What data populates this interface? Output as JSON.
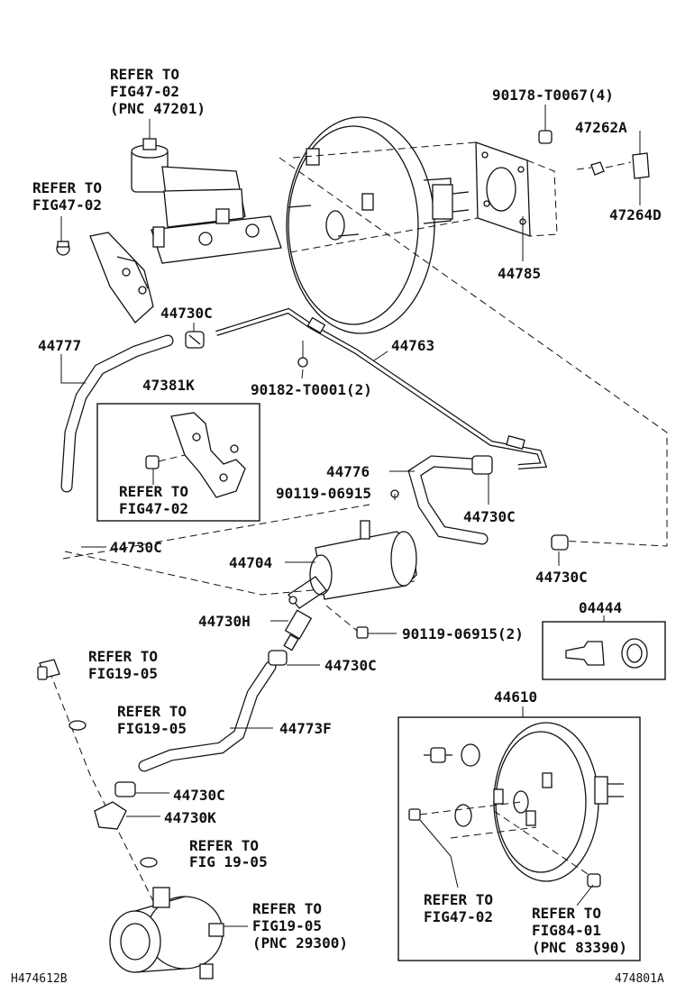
{
  "callouts": {
    "refer_mc_1": "REFER TO",
    "refer_mc_2": "FIG47-02",
    "refer_mc_3": "(PNC 47201)",
    "refer_tl_1": "REFER TO",
    "refer_tl_2": "FIG47-02",
    "p_90178": "90178-T0067(4)",
    "p_47262A": "47262A",
    "p_47264D": "47264D",
    "p_44785": "44785",
    "p_44730C_a": "44730C",
    "p_44777": "44777",
    "p_44763": "44763",
    "p_47381K": "47381K",
    "p_90182": "90182-T0001(2)",
    "refer_box_1": "REFER TO",
    "refer_box_2": "FIG47-02",
    "p_44776": "44776",
    "p_90119_a": "90119-06915",
    "p_44730C_b": "44730C",
    "p_44730C_c": "44730C",
    "p_44704": "44704",
    "p_44730C_d": "44730C",
    "p_04444": "04444",
    "p_44730H": "44730H",
    "p_90119_b": "90119-06915(2)",
    "refer_1905_a_1": "REFER TO",
    "refer_1905_a_2": "FIG19-05",
    "p_44730C_e": "44730C",
    "p_44610": "44610",
    "refer_1905_b_1": "REFER TO",
    "refer_1905_b_2": "FIG19-05",
    "p_44773F": "44773F",
    "p_44730C_f": "44730C",
    "p_44730K": "44730K",
    "refer_1905_c_1": "REFER TO",
    "refer_1905_c_2": "FIG 19-05",
    "refer_pump_1": "REFER TO",
    "refer_pump_2": "FIG19-05",
    "refer_pump_3": "(PNC 29300)",
    "refer_4702_1": "REFER TO",
    "refer_4702_2": "FIG47-02",
    "refer_8401_1": "REFER TO",
    "refer_8401_2": "FIG84-01",
    "refer_8401_3": "(PNC 83390)",
    "code_left": "H474612B",
    "code_right": "474801A"
  }
}
